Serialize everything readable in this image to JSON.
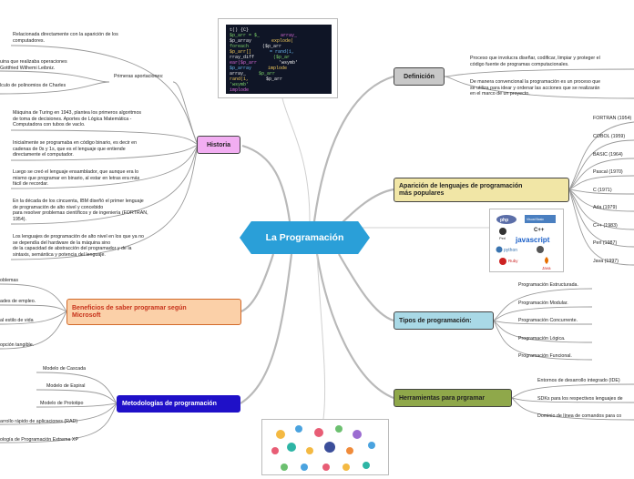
{
  "center": "La Programación",
  "colors": {
    "center": "#2a9fd8",
    "historia": "#f2aef2",
    "definicion": "#c8c8c8",
    "lenguajes": "#f1e6a6",
    "tipos": "#a9d9e6",
    "herramientas": "#8fa84a",
    "beneficios": "#fbd0a8",
    "metodologias": "#1f10c8"
  },
  "historia": {
    "title": "Historia",
    "items": [
      "Relacionada directamente con la aparición de los\ncomputadores.",
      "uina que realizaba operaciones\nGottfried Wilhemi Leibniz.",
      "lculo de polinomios de Charles",
      "Máquina de Turing en 1943, plantea los primeros algoritmos\nde toma de decisiones. Aportes de Lógica Matemática -\nComputadora con tubos de vacío.",
      "Inicialmente se programaba en código binario, es decir en\ncadenas de 0s y 1s, que es el lenguaje que entiende\ndirectamente el computador.",
      "Luego se creó el lenguaje ensamblador, que aunque era lo\nmismo que programar en binario, al estar en letras era más\nfácil de recordar.",
      "En la década de los cincuenta, IBM diseñó el primer lenguaje\nde programación de alto nivel y concebido\npara resolver problemas científicos y de ingeniería (FORTRAN,\n1954).",
      "Los lenguajes de programación de alto nivel en los que ya no\nse dependía del hardware de la máquina sino\nde la capacidad de abstracción del programador y de la\nsintaxis, semántica y potencia del lenguaje."
    ],
    "sub": "Primeras aportaciones:"
  },
  "definicion": {
    "title": "Definición",
    "items": [
      "Proceso que involucra diseñar, codificar, limpiar y proteger el\ncódigo fuente de programas computacionales.",
      "De manera convencional la programación es un proceso que\nse utiliza para idear y ordenar las acciones que se realizarán\nen el marco de un proyecto."
    ]
  },
  "lenguajes": {
    "title": "Aparición de lenguajes de programación\nmás populares",
    "items": [
      "FORTRAN (1954)",
      "COBOL (1959)",
      "BASIC (1964)",
      "Pascal (1970)",
      "C (1971)",
      "Ada (1979)",
      "C++ (1983)",
      "Perl (1987)",
      "Java (1997)"
    ],
    "logos": [
      "php",
      "Microsoft Visual Basic",
      "Perl",
      "C++",
      "javascript",
      "python",
      "Ruby",
      "Java"
    ]
  },
  "tipos": {
    "title": "Tipos de programación:",
    "items": [
      "Programación Estructurada.",
      "Programación Modular.",
      "Programación Concurrente.",
      "Programación Lógica.",
      "Programación Funcional."
    ]
  },
  "herramientas": {
    "title": "Herramientas para prgramar",
    "items": [
      "Entornos de desarrollo integrado (IDE)",
      "SDKs para los respectivos lenguajes de",
      "Dominio de línea de comandos para co"
    ]
  },
  "beneficios": {
    "title": "Beneficios de saber programar según\nMicrosoft",
    "items": [
      "oblemas",
      "ades de empleo.",
      "al estilo de vida",
      "opción tangible."
    ]
  },
  "metodologias": {
    "title": "Metodologías de programación",
    "items": [
      "Modelo de Cascada",
      "Modelo de Espiral",
      "Modelo de Prototipo",
      "arrollo rápido de aplicaciones (RAD)",
      "ología de Programación Extrema XP"
    ]
  },
  "code_lines": [
    "ct('c');",
    "$p_ar",
    "$p_arra",
    "rray_dif",
    "ear($p_arr",
    "$p_arr",
    "array_",
    "rand(1,",
    "'wsymb'",
    "($p_arr",
    "implode"
  ]
}
